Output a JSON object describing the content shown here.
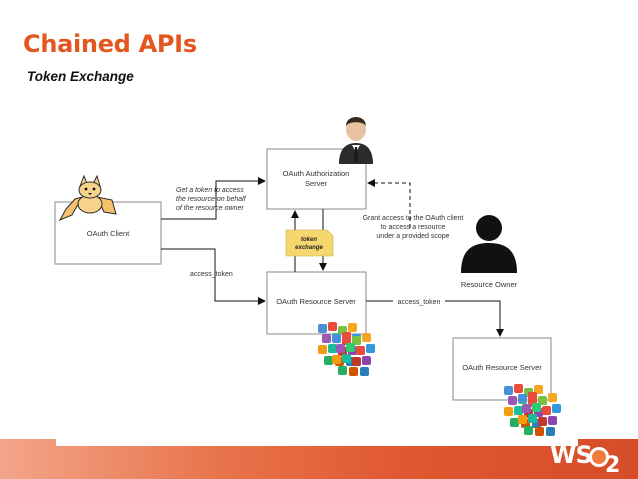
{
  "slide": {
    "title": "Chained APIs",
    "subtitle": "Token Exchange"
  },
  "diagram": {
    "nodes": {
      "authorization_server": {
        "line1": "OAuth Authorization",
        "line2": "Server"
      },
      "client": {
        "label": "OAuth Client"
      },
      "resource_server_1": {
        "label": "OAuth Resource Server"
      },
      "resource_server_2": {
        "label": "OAuth Resource Server"
      },
      "resource_owner": {
        "label": "Resource Owner"
      },
      "token_exchange_note": {
        "line1": "token",
        "line2": "exchange"
      }
    },
    "edges": {
      "client_to_auth": {
        "line1": "Get a token to access",
        "line2": "the resource on behalf",
        "line3": "of the resource owner"
      },
      "owner_grant": {
        "line1": "Grant access to the OAuth client",
        "line2": "to access a resource",
        "line3": "under a provided scope"
      },
      "client_to_rs1": {
        "label": "access_token"
      },
      "rs1_to_rs2": {
        "label": "access_token"
      }
    }
  },
  "logo": {
    "text": "WS",
    "suffix": "2"
  },
  "colors": {
    "accent": "#e3561f",
    "note": "#f5d76e",
    "box_border": "#8a8a8a"
  },
  "icons": [
    "tomcat-mascot-icon",
    "business-user-icon",
    "user-silhouette-icon",
    "app-icons-cluster",
    "app-icons-cluster"
  ]
}
